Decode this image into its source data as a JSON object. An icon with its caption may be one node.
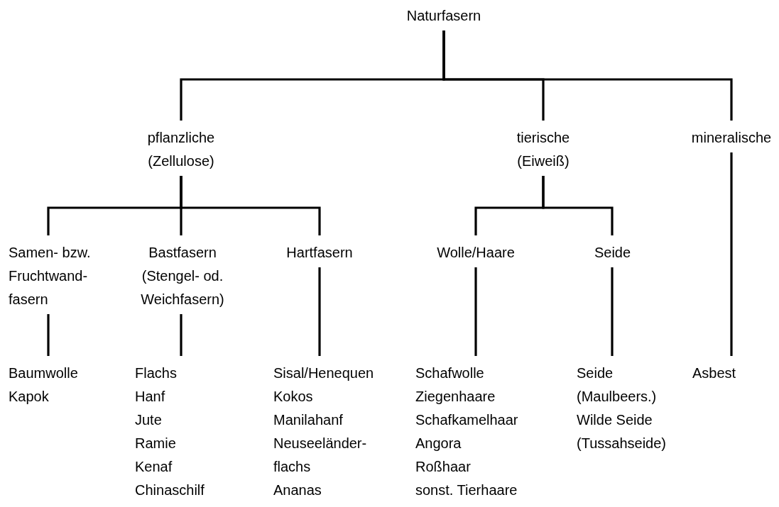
{
  "diagram": {
    "nodes": [
      {
        "text": [
          "Naturfasern"
        ]
      },
      {
        "text": [
          "pflanzliche (Zellulose)"
        ]
      },
      {
        "text": [
          "tierische (Eiweiß)"
        ]
      },
      {
        "text": [
          "mineralische"
        ]
      },
      {
        "text": [
          "Samen- bzw. Fruchtwand- fasern"
        ]
      },
      {
        "text": [
          "Bastfasern (Stengel- od. Weichfasern)"
        ]
      },
      {
        "text": [
          "Hartfasern"
        ]
      },
      {
        "text": [
          "Wolle/Haare"
        ]
      },
      {
        "text": [
          "Seide"
        ]
      },
      {
        "text": [
          "Baumwolle",
          "Kapok"
        ]
      },
      {
        "text": [
          "Flachs",
          "Hanf",
          "Jute",
          "Ramie",
          "Kenaf",
          "Chinaschilf"
        ]
      },
      {
        "text": [
          "Sisal/Henequen",
          "Kokos",
          "Manilahanf",
          "Neuseeländer- flachs",
          "Ananas"
        ]
      },
      {
        "text": [
          "Schafwolle",
          "Ziegenhaare",
          "Schafkamelhaar",
          "Angora",
          "Roßhaar",
          "sonst. Tierhaare"
        ]
      },
      {
        "text": [
          "Seide (Maulbeers.)",
          "Wilde Seide (Tussahseide)"
        ]
      },
      {
        "text": [
          "Asbest"
        ]
      }
    ],
    "edges": [
      {
        "from": 0,
        "to": 1,
        "arrow": "none"
      },
      {
        "from": 0,
        "to": 2,
        "arrow": "none"
      },
      {
        "from": 0,
        "to": 3,
        "arrow": "none"
      },
      {
        "from": 1,
        "to": 4,
        "arrow": "none"
      },
      {
        "from": 1,
        "to": 5,
        "arrow": "none"
      },
      {
        "from": 1,
        "to": 6,
        "arrow": "none"
      },
      {
        "from": 2,
        "to": 7,
        "arrow": "none"
      },
      {
        "from": 2,
        "to": 8,
        "arrow": "none"
      },
      {
        "from": 4,
        "to": 9,
        "arrow": "none"
      },
      {
        "from": 5,
        "to": 10,
        "arrow": "none"
      },
      {
        "from": 6,
        "to": 11,
        "arrow": "none"
      },
      {
        "from": 7,
        "to": 12,
        "arrow": "none"
      },
      {
        "from": 8,
        "to": 13,
        "arrow": "none"
      },
      {
        "from": 3,
        "to": 14,
        "arrow": "none"
      }
    ]
  }
}
